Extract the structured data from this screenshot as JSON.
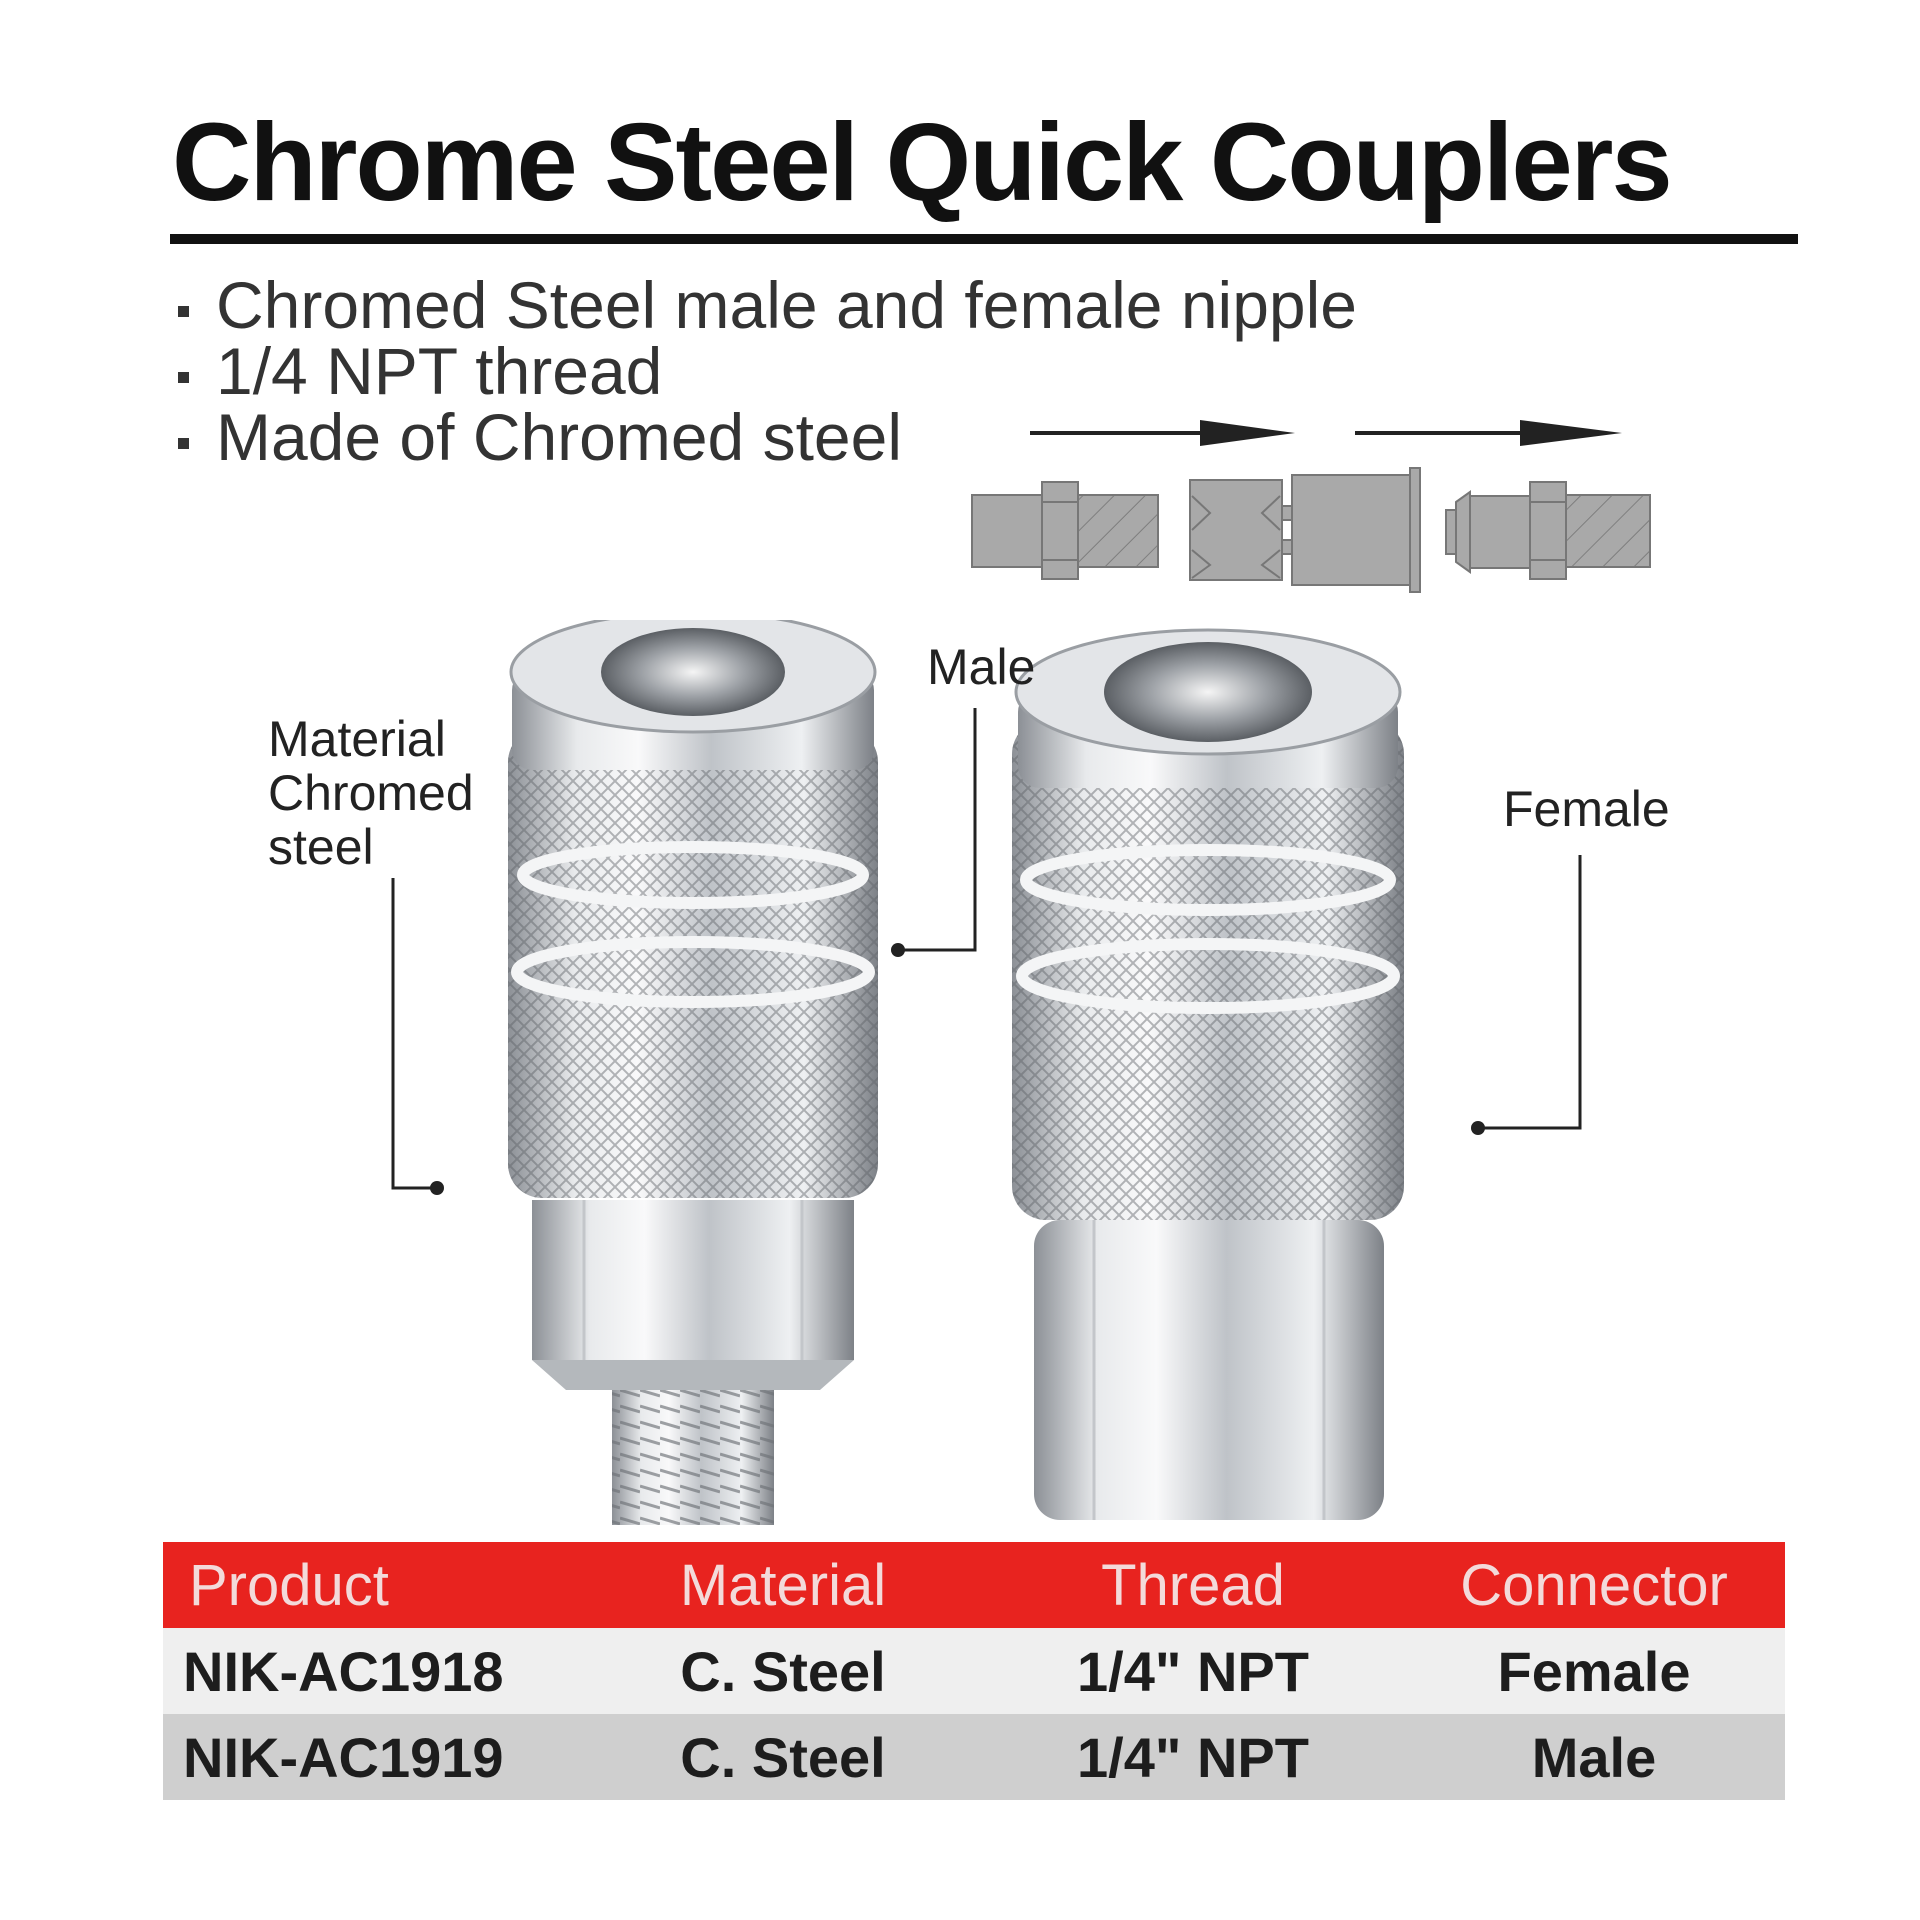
{
  "title": "Chrome Steel Quick Couplers",
  "features": [
    "Chromed Steel male and female nipple",
    "1/4 NPT thread",
    "Made of Chromed steel"
  ],
  "callouts": {
    "material": [
      "Material",
      "Chromed",
      "steel"
    ],
    "male": "Male",
    "female": "Female"
  },
  "icons": {
    "arrow": "arrow-right-icon",
    "diagram_parts": [
      "male-plug-diagram",
      "coupler-body-diagram",
      "female-plug-diagram"
    ],
    "bullet": "square-bullet-icon"
  },
  "colors": {
    "header_red": "#e8231f",
    "row_light": "#efefef",
    "row_dark": "#cfcfcf",
    "diagram_gray": "#a9a9a9",
    "chrome": "#c9ccd0"
  },
  "table": {
    "headers": [
      "Product",
      "Material",
      "Thread",
      "Connector"
    ],
    "rows": [
      [
        "NIK-AC1918",
        "C. Steel",
        "1/4\" NPT",
        "Female"
      ],
      [
        "NIK-AC1919",
        "C. Steel",
        "1/4\" NPT",
        "Male"
      ]
    ]
  }
}
